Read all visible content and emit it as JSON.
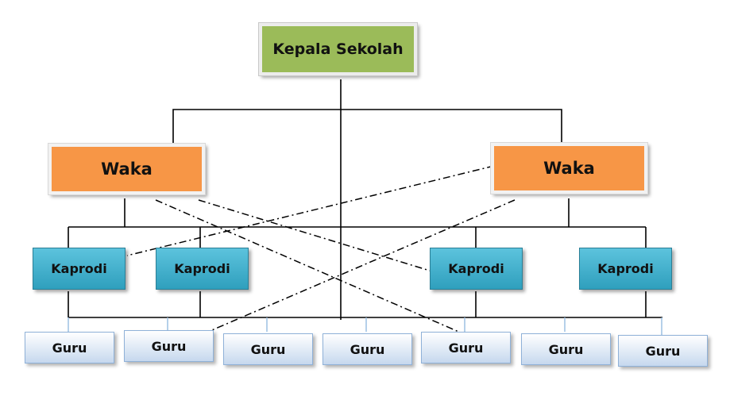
{
  "head": {
    "label": "Kepala Sekolah"
  },
  "waka": [
    {
      "label": "Waka"
    },
    {
      "label": "Waka"
    }
  ],
  "kaprodi": [
    {
      "label": "Kaprodi"
    },
    {
      "label": "Kaprodi"
    },
    {
      "label": "Kaprodi"
    },
    {
      "label": "Kaprodi"
    }
  ],
  "guru": [
    {
      "label": "Guru"
    },
    {
      "label": "Guru"
    },
    {
      "label": "Guru"
    },
    {
      "label": "Guru"
    },
    {
      "label": "Guru"
    },
    {
      "label": "Guru"
    },
    {
      "label": "Guru"
    }
  ],
  "colors": {
    "head": "#9bbb59",
    "waka": "#f79646",
    "kaprodi": "#31a3c1",
    "guru": "#d6e3f3",
    "line": "#000000"
  }
}
